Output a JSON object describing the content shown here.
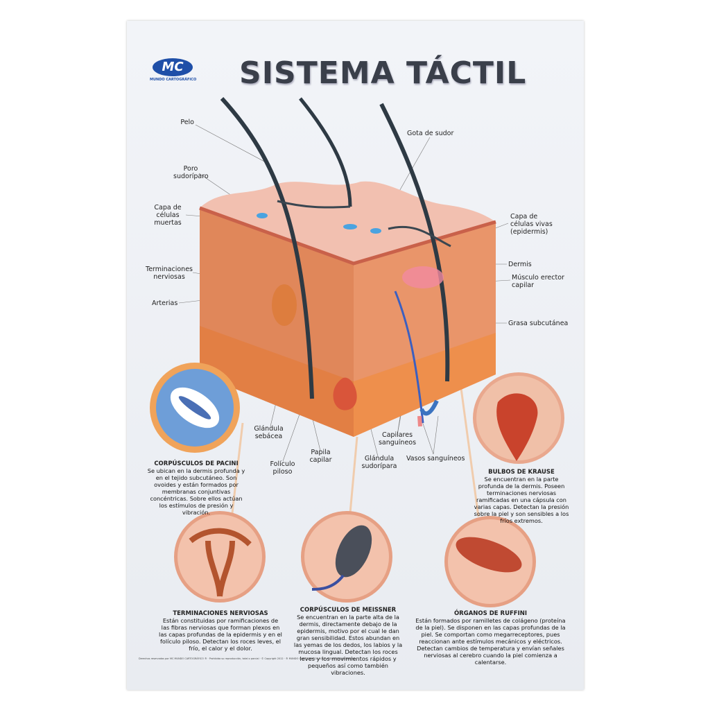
{
  "logo": {
    "mark": "MC",
    "name": "MUNDO CARTOGRÁFICO"
  },
  "title": "SISTEMA TÁCTIL",
  "labels": {
    "pelo": "Pelo",
    "poro": "Poro sudoríparo",
    "capa_muertas": "Capa de células muertas",
    "terminaciones": "Terminaciones nerviosas",
    "arterias": "Arterias",
    "gota": "Gota de sudor",
    "capa_vivas": "Capa de células vivas (epidermis)",
    "dermis": "Dermis",
    "musculo": "Músculo erector capilar",
    "grasa": "Grasa subcutánea",
    "sebacea": "Glándula sebácea",
    "papila": "Papila capilar",
    "foliculo": "Folículo piloso",
    "capilares": "Capilares sanguíneos",
    "sudoripara": "Glándula sudorípara",
    "vasos": "Vasos sanguíneos"
  },
  "receptors": {
    "pacini": {
      "title": "CORPÚSCULOS DE PACINI",
      "text": "Se ubican en la dermis profunda y en el tejido subcutáneo. Son ovoides y están formados por membranas conjuntivas concéntricas. Sobre ellos actúan los estímulos de presión y vibración."
    },
    "krause": {
      "title": "BULBOS DE KRAUSE",
      "text": "Se encuentran en la parte profunda de la dermis. Poseen terminaciones nerviosas ramificadas en una cápsula con varias capas. Detectan la presión sobre la piel y son sensibles a los fríos extremos."
    },
    "terminaciones": {
      "title": "TERMINACIONES NERVIOSAS",
      "text": "Están constituidas por ramificaciones de las fibras nerviosas que forman plexos en las capas profundas de la epidermis y en el folículo piloso. Detectan los roces leves, el frío, el calor y el dolor."
    },
    "meissner": {
      "title": "CORPÚSCULOS DE MEISSNER",
      "text": "Se encuentran en la parte alta de la dermis, directamente debajo de la epidermis, motivo por el cual le dan gran sensibilidad. Estos abundan en las yemas de los dedos, los labios y la mucosa lingual. Detectan los roces leves y los movimientos rápidos y pequeños así como también vibraciones."
    },
    "ruffini": {
      "title": "ÓRGANOS DE RUFFINI",
      "text": "Están formados por ramilletes de colágeno (proteína de la piel). Se disponen en las capas profundas de la piel. Se comportan como megarreceptores, pues reaccionan ante estímulos mecánicos y eléctricos. Detectan cambios de temperatura y envían señales nerviosas al cerebro cuando la piel comienza a calentarse."
    }
  },
  "footer": "Derechos reservados por MC MUNDO CARTOGRÁFICO ® · Prohibida su reproducción, total o parcial · © Copyright 2012 · ® MUNDO CARTOGRÁFICO 2012 · INDUSTRIA ARGENTINA",
  "colors": {
    "skin": "#e9956a",
    "epidermis": "#f2c0b0",
    "hair": "#2e3a44",
    "title": "#3a3f4a",
    "logo": "#1f4fa8"
  }
}
